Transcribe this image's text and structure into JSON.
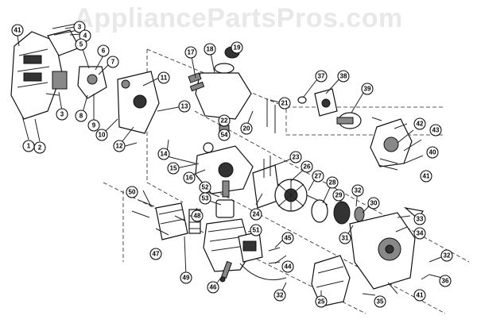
{
  "watermark": "AppliancePartsPros.com",
  "callouts": [
    "1",
    "2",
    "3",
    "3",
    "4",
    "5",
    "6",
    "7",
    "8",
    "9",
    "10",
    "11",
    "12",
    "13",
    "14",
    "15",
    "16",
    "17",
    "18",
    "19",
    "20",
    "21",
    "22",
    "23",
    "24",
    "25",
    "26",
    "27",
    "28",
    "29",
    "30",
    "31",
    "32",
    "32",
    "32",
    "33",
    "34",
    "35",
    "36",
    "37",
    "38",
    "39",
    "40",
    "41",
    "41",
    "41",
    "42",
    "43",
    "44",
    "45",
    "46",
    "47",
    "48",
    "49",
    "50",
    "51",
    "52",
    "53",
    "54"
  ]
}
